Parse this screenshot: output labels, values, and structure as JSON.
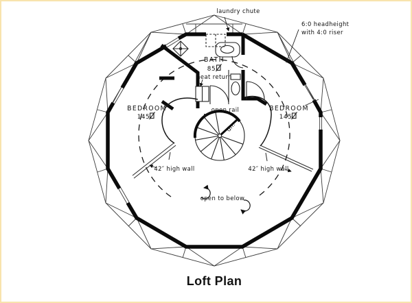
{
  "colors": {
    "page_background": "#ffffff",
    "frame_border": "#f8e3ad",
    "ink": "#111111",
    "thin_line": "#3a3a3a"
  },
  "drawing": {
    "annotations": {
      "laundry_chute": "laundry chute",
      "headheight_line1": "6:0 headheight",
      "headheight_line2": "with 4:0 riser",
      "heat_return": "heat return",
      "open_rail": "open rail",
      "high_wall_left": "42″ high wall",
      "high_wall_right": "42″ high wall",
      "open_to_below": "open to below",
      "stair_down": "dn."
    },
    "rooms": {
      "bath": {
        "name": "BATH",
        "area": "85"
      },
      "bedroom_left": {
        "name": "BEDROOM",
        "area": "145"
      },
      "bedroom_right": {
        "name": "BEDROOM",
        "area": "145"
      }
    },
    "title": "Loft Plan"
  }
}
